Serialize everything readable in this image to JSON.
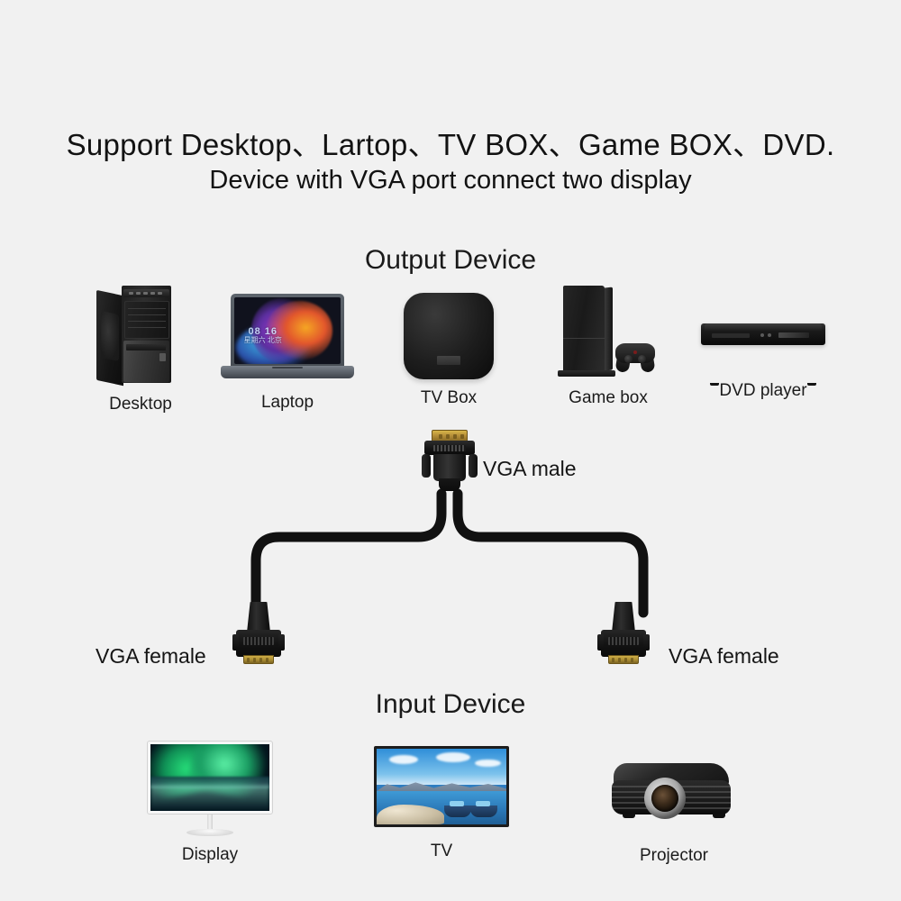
{
  "background_color": "#f1f1f1",
  "title": {
    "line1": "Support Desktop、Lartop、TV BOX、Game BOX、DVD.",
    "line2": "Device with VGA port connect two display"
  },
  "sections": {
    "output_heading": "Output Device",
    "input_heading": "Input Device"
  },
  "output_devices": [
    {
      "label": "Desktop",
      "icon": "desktop-tower-icon"
    },
    {
      "label": "Laptop",
      "icon": "laptop-icon"
    },
    {
      "label": "TV Box",
      "icon": "tv-box-icon"
    },
    {
      "label": "Game box",
      "icon": "game-console-icon"
    },
    {
      "label": "DVD player",
      "icon": "dvd-player-icon"
    }
  ],
  "input_devices": [
    {
      "label": "Display",
      "icon": "monitor-icon"
    },
    {
      "label": "TV",
      "icon": "television-icon"
    },
    {
      "label": "Projector",
      "icon": "projector-icon"
    }
  ],
  "cable": {
    "male_label": "VGA male",
    "female_left_label": "VGA female",
    "female_right_label": "VGA female",
    "cable_color": "#111111",
    "connector_gold": "#c9a63f"
  }
}
